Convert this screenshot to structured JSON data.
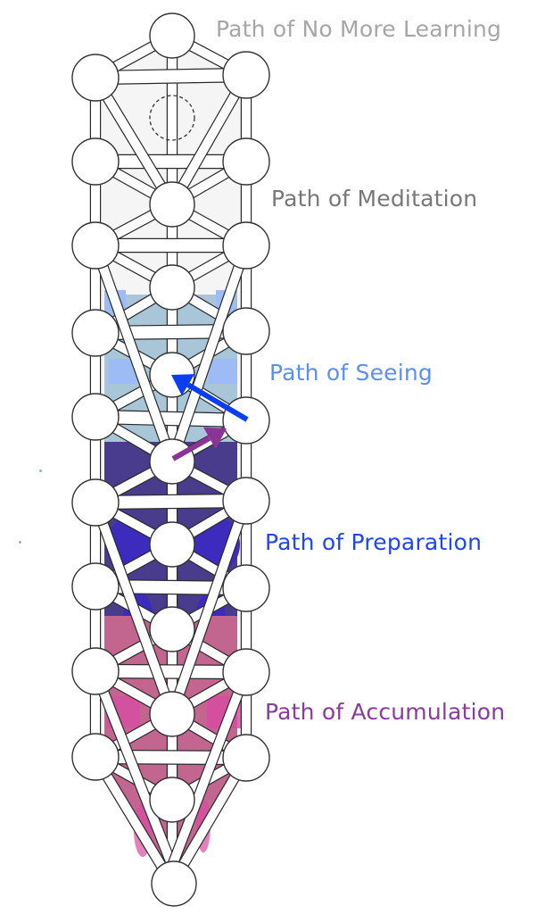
{
  "title": "Five Paths diagram on Tree of Life",
  "labels": [
    {
      "text": "Path of No More Learning",
      "color": "#a6a6a6"
    },
    {
      "text": "Path of Meditation",
      "color": "#787878"
    },
    {
      "text": "Path of Seeing",
      "color": "#5b8ff5"
    },
    {
      "text": "Path of Preparation",
      "color": "#1f46f0"
    },
    {
      "text": "Path of Accumulation",
      "color": "#8b3a9e"
    }
  ],
  "regions": [
    {
      "name": "no-more-learning",
      "color": "#f3f4f6"
    },
    {
      "name": "meditation",
      "color": "#f3f4f6"
    },
    {
      "name": "seeing",
      "color": "#a9c6d8",
      "accent": "#9dbcf5"
    },
    {
      "name": "preparation",
      "color": "#4a3c8c",
      "accent": "#3d2bbd"
    },
    {
      "name": "accumulation",
      "color": "#c2658f",
      "accent": "#d94aa3"
    }
  ],
  "arrows": [
    {
      "name": "blue-arrow",
      "color": "#0a3ef0"
    },
    {
      "name": "purple-arrow",
      "color": "#8a3596"
    }
  ],
  "node_count": 28
}
